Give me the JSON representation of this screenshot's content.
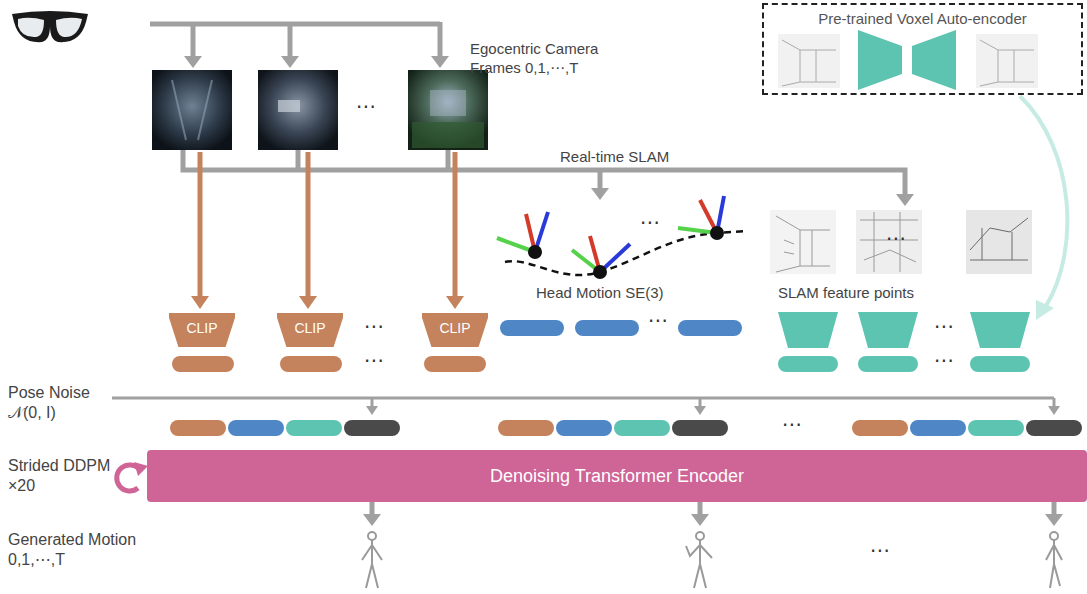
{
  "diagram": {
    "nodes": [
      {
        "text": [
          "Pre-trained Voxel Auto-encoder"
        ]
      },
      {
        "text": [
          "CLIP"
        ]
      },
      {
        "text": [
          "CLIP"
        ]
      },
      {
        "text": [
          "CLIP"
        ]
      },
      {
        "text": [
          "Denoising Transformer Encoder"
        ]
      }
    ],
    "labels": [
      "Egocentric Camera Frames 0,1,⋯,T",
      "⋯",
      "Real-time SLAM",
      "⋯",
      "⋯",
      "Head Motion SE(3)",
      "SLAM feature points",
      "⋯",
      "⋯",
      "⋯",
      "⋯",
      "⋯",
      "Pose Noise 𝒩(0, I)",
      "⋯",
      "Strided DDPM ×20",
      "Generated Motion 0,1,⋯,T",
      "⋯"
    ]
  }
}
